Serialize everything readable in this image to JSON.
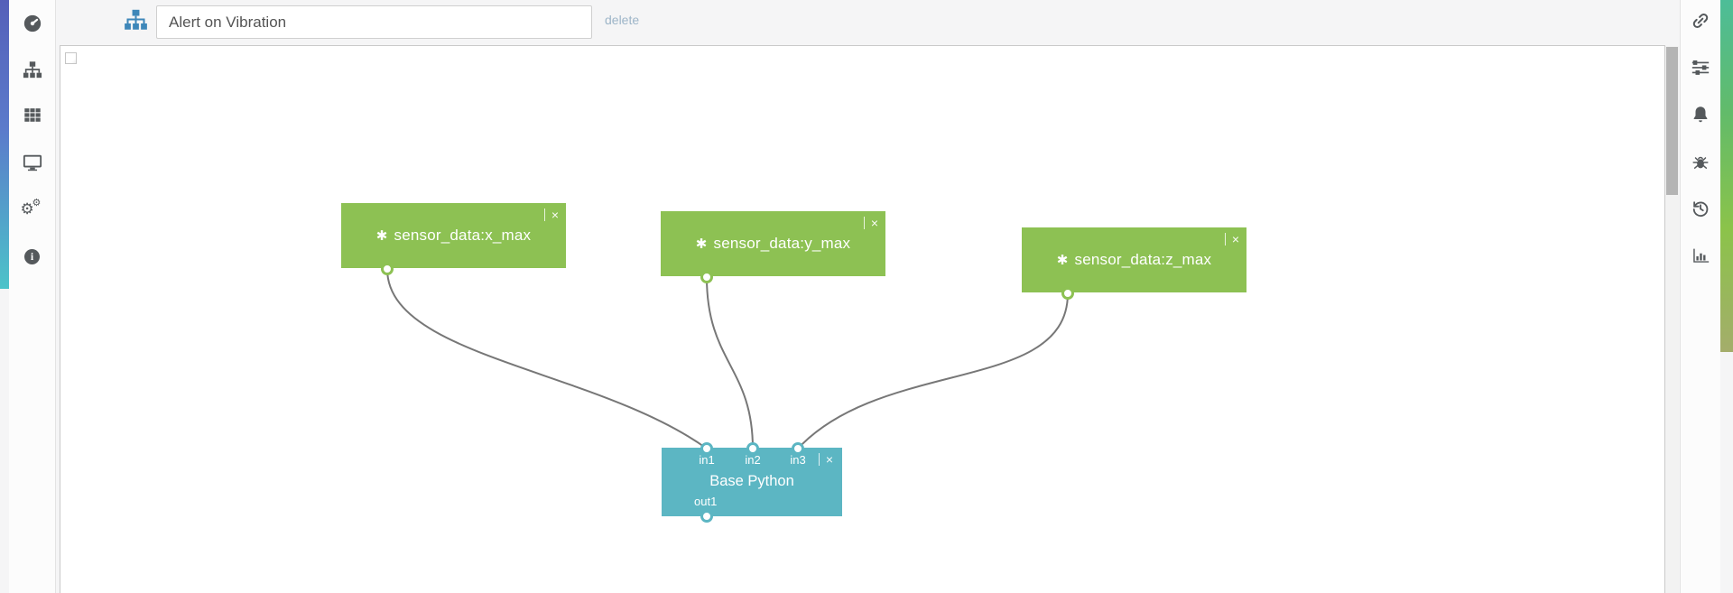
{
  "toolbar": {
    "flow_name_value": "Alert on Vibration",
    "delete_label": "delete"
  },
  "left_sidebar": {
    "items": [
      {
        "name": "dashboard",
        "icon": "gauge-icon"
      },
      {
        "name": "flows",
        "icon": "sitemap-icon"
      },
      {
        "name": "data-table",
        "icon": "table-icon"
      },
      {
        "name": "devices",
        "icon": "desktop-icon"
      },
      {
        "name": "settings",
        "icon": "cogs-icon"
      },
      {
        "name": "info",
        "icon": "info-icon"
      }
    ]
  },
  "right_sidebar": {
    "items": [
      {
        "name": "connections",
        "icon": "link-icon"
      },
      {
        "name": "properties",
        "icon": "sliders-icon"
      },
      {
        "name": "notifications",
        "icon": "bell-icon"
      },
      {
        "name": "debug",
        "icon": "bug-icon"
      },
      {
        "name": "history",
        "icon": "history-icon"
      },
      {
        "name": "analytics",
        "icon": "bar-chart-icon"
      }
    ]
  },
  "canvas": {
    "badge_glyph": "✱",
    "close_glyph": "×",
    "sensors": [
      {
        "label": "sensor_data:x_max"
      },
      {
        "label": "sensor_data:y_max"
      },
      {
        "label": "sensor_data:z_max"
      }
    ],
    "python": {
      "title": "Base Python",
      "inputs": [
        "in1",
        "in2",
        "in3"
      ],
      "outputs": [
        "out1"
      ]
    }
  },
  "colors": {
    "sensor_node_green": "#8dc153",
    "python_node_teal": "#5cb6c3",
    "left_accent_top": "#5560b9",
    "left_accent_bottom": "#4cc3c9",
    "right_accent_top": "#4dbd98",
    "right_accent_bottom": "#a4ad6b",
    "flow_icon_blue": "#3e87b9",
    "delete_link": "#9db5c8",
    "rail_icon_gray": "#55595c",
    "wire_gray": "#777777"
  }
}
